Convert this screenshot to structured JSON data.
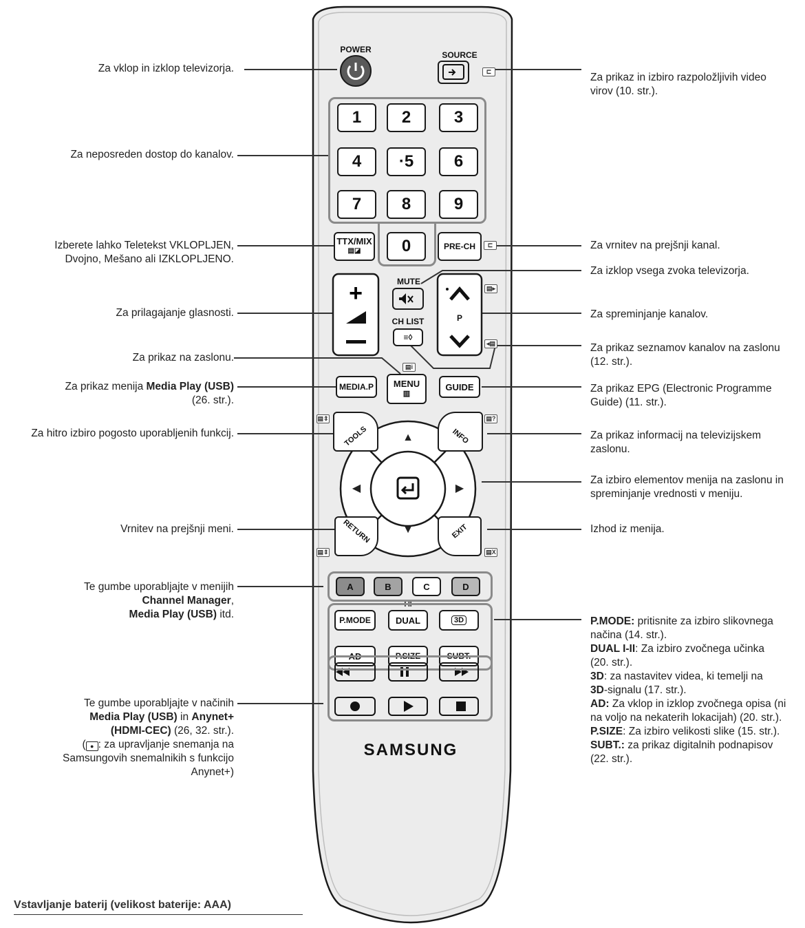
{
  "remote": {
    "labels": {
      "power": "POWER",
      "source": "SOURCE",
      "mute": "MUTE",
      "ch_list": "CH LIST",
      "brand": "SAMSUNG",
      "p": "P",
      "dual_mark": "I  II"
    },
    "number_keys": [
      "1",
      "2",
      "3",
      "4",
      "·5",
      "6",
      "7",
      "8",
      "9",
      "0"
    ],
    "keys": {
      "ttx": "TTX/MIX",
      "pre_ch": "PRE-CH",
      "media_p": "MEDIA.P",
      "menu": "MENU",
      "guide": "GUIDE",
      "tools": "TOOLS",
      "info": "INFO",
      "return": "RETURN",
      "exit": "EXIT"
    },
    "color_keys": [
      {
        "label": "A",
        "color": "#8c8c8c"
      },
      {
        "label": "B",
        "color": "#a3a3a3"
      },
      {
        "label": "C",
        "color": "#ffffff"
      },
      {
        "label": "D",
        "color": "#b8b8b8"
      }
    ],
    "mode_keys": [
      "P.MODE",
      "DUAL",
      "3D",
      "AD",
      "P.SIZE",
      "SUBT."
    ]
  },
  "annotations_left": [
    {
      "text": "Za vklop in izklop televizorja."
    },
    {
      "text": "Za neposreden dostop do kanalov."
    },
    {
      "line1": "Izberete lahko Teletekst VKLOPLJEN,",
      "line2": "Dvojno, Mešano ali IZKLOPLJENO."
    },
    {
      "text": "Za prilagajanje glasnosti."
    },
    {
      "text": "Za prikaz na zaslonu."
    },
    {
      "pre": "Za prikaz menija ",
      "bold": "Media Play (USB)",
      "line2": "(26. str.)."
    },
    {
      "text": "Za hitro izbiro pogosto uporabljenih funkcij."
    },
    {
      "text": "Vrnitev na prejšnji meni."
    },
    {
      "line1": "Te gumbe uporabljajte v menijih",
      "bold1": "Channel Manager",
      "line2_tail": ",",
      "bold2": "Media Play (USB)",
      "line3_tail": " itd."
    },
    {
      "line1": "Te gumbe uporabljajte v načinih",
      "bold1": "Media Play (USB)",
      "mid": " in ",
      "bold2": "Anynet+",
      "bold3": "(HDMI-CEC)",
      "tail3": " (26, 32. str.).",
      "line4_pre": "(",
      "line4": ": za upravljanje snemanja na",
      "line5": "Samsungovih snemalnikih s funkcijo",
      "line6": "Anynet+)"
    }
  ],
  "annotations_right": [
    {
      "line1": "Za prikaz in izbiro razpoložljivih video",
      "line2": "virov (10. str.)."
    },
    {
      "text": "Za vrnitev na prejšnji kanal."
    },
    {
      "text": "Za izklop vsega zvoka televizorja."
    },
    {
      "text": "Za spreminjanje kanalov."
    },
    {
      "line1": "Za prikaz seznamov kanalov na zaslonu",
      "line2": "(12. str.)."
    },
    {
      "line1": "Za prikaz EPG (Electronic Programme",
      "line2": "Guide) (11. str.)."
    },
    {
      "line1": "Za prikaz informacij na televizijskem",
      "line2": "zaslonu."
    },
    {
      "line1": "Za izbiro elementov menija na zaslonu in",
      "line2": "spreminjanje vrednosti v meniju."
    },
    {
      "text": "Izhod iz menija."
    },
    {
      "modes": [
        {
          "key": "P.MODE:",
          "desc": " pritisnite za izbiro slikovnega",
          "desc2": "načina (14. str.)."
        },
        {
          "key": "DUAL I-II",
          "desc": ": Za izbiro zvočnega učinka",
          "desc2": "(20. str.)."
        },
        {
          "key": "3D",
          "desc": ": za nastavitev videa, ki temelji na",
          "bold2": "3D",
          "desc2": "-signalu (17. str.)."
        },
        {
          "key": "AD:",
          "desc": " Za vklop in izklop zvočnega opisa (ni",
          "desc2": "na voljo na nekaterih lokacijah) (20. str.)."
        },
        {
          "key": "P.SIZE",
          "desc": ": Za izbiro velikosti slike (15. str.)."
        },
        {
          "key": "SUBT.:",
          "desc": " za prikaz digitalnih podnapisov",
          "desc2": "(22. str.)."
        }
      ]
    }
  ],
  "heading": "Vstavljanje baterij (velikost baterije: AAA)"
}
